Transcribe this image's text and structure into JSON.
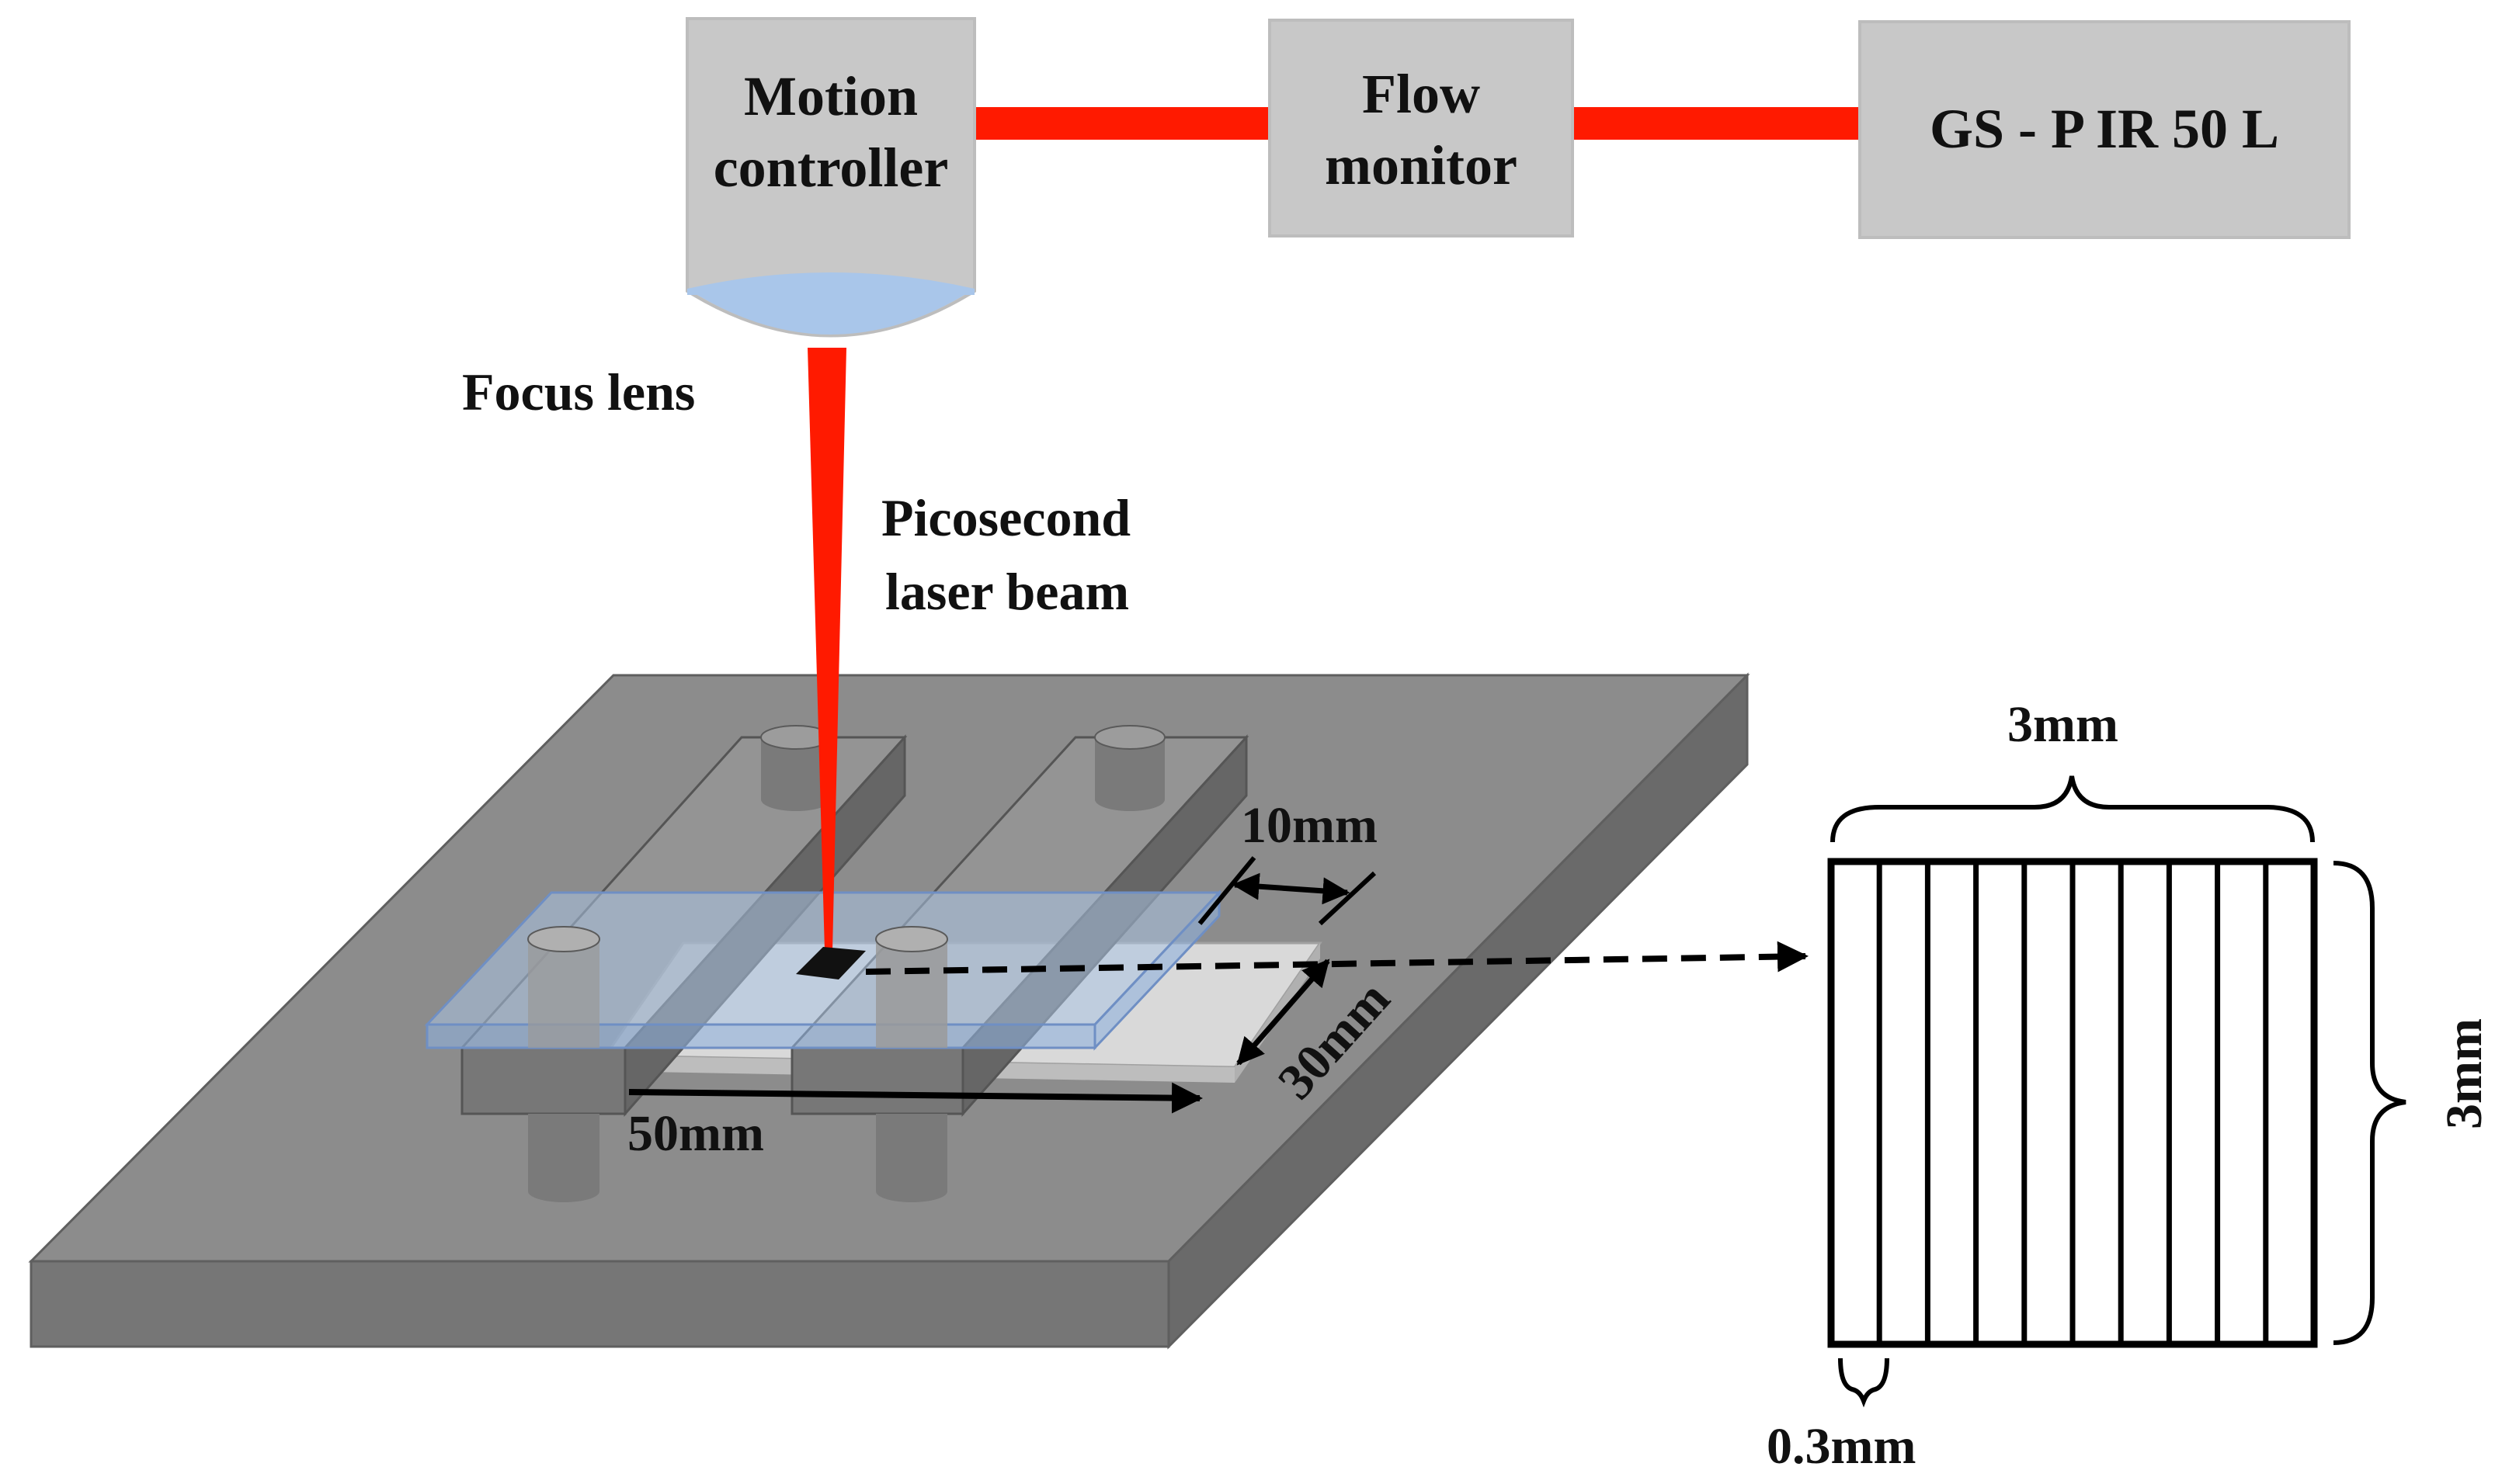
{
  "blocks": {
    "motion_controller": {
      "line1": "Motion",
      "line2": "controller"
    },
    "flow_monitor": {
      "line1": "Flow",
      "line2": "monitor"
    },
    "gs_pir": {
      "label": "GS - P IR 50 L"
    }
  },
  "labels": {
    "focus_lens": "Focus lens",
    "laser_beam_line1": "Picosecond",
    "laser_beam_line2": "laser beam"
  },
  "dimensions": {
    "width_10": "10mm",
    "width_30": "30mm",
    "length_50": "50mm",
    "pattern_width": "3mm",
    "pattern_height": "3mm",
    "line_spacing": "0.3mm"
  },
  "colors": {
    "block_fill": "#c8c8c8",
    "laser_red": "#ff1a00",
    "lens_blue": "#a9c6ea",
    "stage_top": "#8c8c8c",
    "stage_side": "#737373",
    "glass_blue": "#a9c2e2",
    "post_gray": "#7a7a7a"
  },
  "pattern": {
    "line_count": 10
  }
}
